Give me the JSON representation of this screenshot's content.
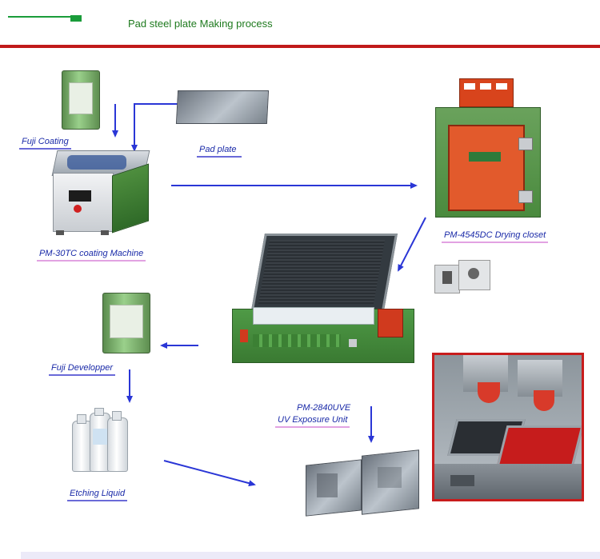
{
  "title": "Pad steel plate Making process",
  "colors": {
    "header_green": "#1a9c3a",
    "header_red": "#c01a1a",
    "arrow_blue": "#2a36d6",
    "label_blue": "#1a2aa8",
    "underline_pink": "#e2a2e2",
    "underline_blue": "#6a6ad8",
    "frame_red": "#c81c1c"
  },
  "labels": {
    "fuji_coating": "Fuji Coating",
    "pad_plate": "Pad plate",
    "coating_machine": "PM-30TC coating Machine",
    "drying_closet": "PM-4545DC Drying closet",
    "fuji_developper": "Fuji Developper",
    "uv_unit_model": "PM-2840UVE",
    "uv_unit_name": "UV Exposure Unit",
    "etching_liquid": "Etching Liquid"
  }
}
